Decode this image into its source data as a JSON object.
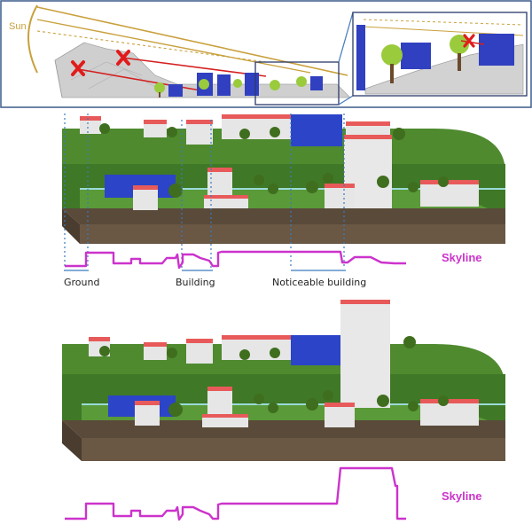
{
  "top_panel": {
    "sun_label": "Sun"
  },
  "skyline_panel_1": {
    "label": "Skyline",
    "annotations": [
      "Ground",
      "Building",
      "Noticeable building"
    ]
  },
  "skyline_panel_2": {
    "label": "Skyline"
  },
  "colors": {
    "sun": "#c9a03c",
    "skyline": "#cc33cc",
    "building_roof": "#e85a5a",
    "building_blue": "#2b44c8",
    "grass": "#4f8a2f",
    "frame": "#3a5a8a"
  }
}
